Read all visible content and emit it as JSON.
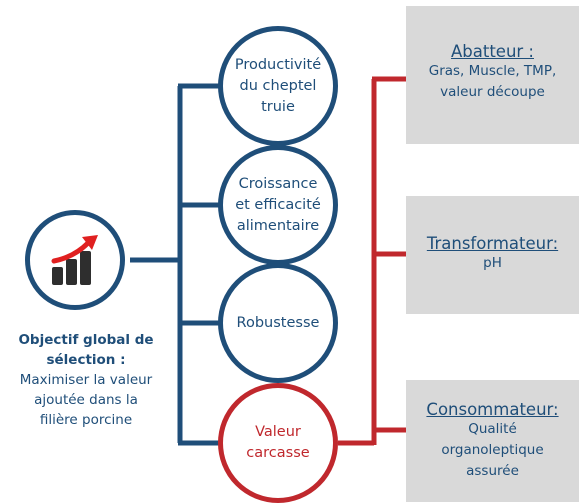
{
  "objective": {
    "title_line1": "Objectif global de",
    "title_line2": "sélection :",
    "body_line1": "Maximiser la valeur",
    "body_line2": "ajoutée dans la",
    "body_line3": "filière porcine"
  },
  "criteria": [
    {
      "label": "Productivité\ndu cheptel\ntruie"
    },
    {
      "label": "Croissance\net efficacité\nalimentaire"
    },
    {
      "label": "Robustesse"
    },
    {
      "label": "Valeur\ncarcasse"
    }
  ],
  "stakeholders": [
    {
      "title": "Abatteur :",
      "detail": "Gras, Muscle, TMP,\nvaleur découpe"
    },
    {
      "title": "Transformateur:",
      "detail": "pH"
    },
    {
      "title": "Consommateur:",
      "detail": "Qualité\norganoleptique\nassurée"
    }
  ],
  "icon": {
    "name": "growth-chart-icon"
  },
  "colors": {
    "blue": "#1f4e79",
    "red": "#c0282d",
    "box": "#d9d9d9",
    "arrow": "#e02020",
    "bars": "#2e2e2e"
  }
}
